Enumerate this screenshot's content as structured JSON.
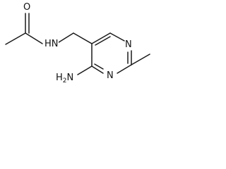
{
  "structure": {
    "atoms": {
      "carbonyl_oxygen": "O",
      "amide_nitrogen": "N",
      "amide_hydrogen": "H",
      "ring_nitrogen_top": "N",
      "ring_nitrogen_bottom": "N",
      "amino_group": {
        "prefix": "H",
        "subscript": "2",
        "atom": "N"
      }
    }
  },
  "colors": {
    "bond": "#1a1a1a",
    "text": "#111111",
    "background": "#ffffff"
  }
}
